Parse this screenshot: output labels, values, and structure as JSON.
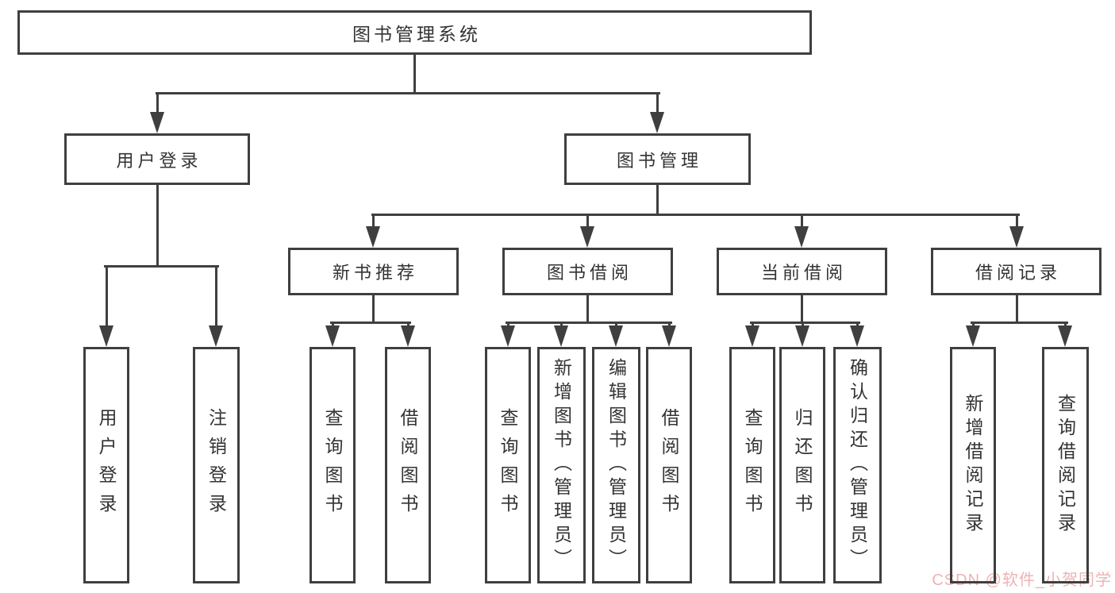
{
  "diagram": {
    "title": "图书管理系统",
    "watermark": "CSDN @软件_小贺同学",
    "colors": {
      "line": "#3f3f3f",
      "text": "#333333",
      "watermark": "#edb3b3"
    },
    "nodes": [
      {
        "id": "root",
        "label": "图书管理系统",
        "orientation": "horizontal",
        "level": 1
      },
      {
        "id": "user-login",
        "label": "用户登录",
        "orientation": "horizontal",
        "level": 2
      },
      {
        "id": "book-management",
        "label": "图书管理",
        "orientation": "horizontal",
        "level": 2
      },
      {
        "id": "new-book-recommend",
        "label": "新书推荐",
        "orientation": "horizontal",
        "level": 3
      },
      {
        "id": "book-borrowing",
        "label": "图书借阅",
        "orientation": "horizontal",
        "level": 3
      },
      {
        "id": "current-borrowing",
        "label": "当前借阅",
        "orientation": "horizontal",
        "level": 3
      },
      {
        "id": "borrowing-records",
        "label": "借阅记录",
        "orientation": "horizontal",
        "level": 3
      },
      {
        "id": "leaf-user-login",
        "label": "用户登录",
        "orientation": "vertical",
        "level": 4
      },
      {
        "id": "leaf-logout",
        "label": "注销登录",
        "orientation": "vertical",
        "level": 4
      },
      {
        "id": "leaf-query-book-1",
        "label": "查询图书",
        "orientation": "vertical",
        "level": 4
      },
      {
        "id": "leaf-borrow-book-1",
        "label": "借阅图书",
        "orientation": "vertical",
        "level": 4
      },
      {
        "id": "leaf-query-book-2",
        "label": "查询图书",
        "orientation": "vertical",
        "level": 4
      },
      {
        "id": "leaf-add-book",
        "label": "新增图书（管理员）",
        "orientation": "vertical",
        "level": 4
      },
      {
        "id": "leaf-edit-book",
        "label": "编辑图书（管理员）",
        "orientation": "vertical",
        "level": 4
      },
      {
        "id": "leaf-borrow-book-2",
        "label": "借阅图书",
        "orientation": "vertical",
        "level": 4
      },
      {
        "id": "leaf-query-book-3",
        "label": "查询图书",
        "orientation": "vertical",
        "level": 4
      },
      {
        "id": "leaf-return-book",
        "label": "归还图书",
        "orientation": "vertical",
        "level": 4
      },
      {
        "id": "leaf-confirm-return",
        "label": "确认归还（管理员）",
        "orientation": "vertical",
        "level": 4
      },
      {
        "id": "leaf-add-record",
        "label": "新增借阅记录",
        "orientation": "vertical",
        "level": 4
      },
      {
        "id": "leaf-query-record",
        "label": "查询借阅记录",
        "orientation": "vertical",
        "level": 4
      }
    ]
  }
}
